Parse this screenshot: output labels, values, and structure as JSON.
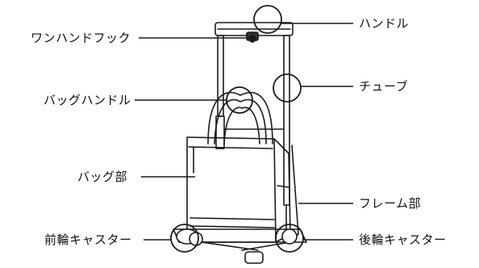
{
  "labels": {
    "one_hand_hook": "ワンハンドフック",
    "bag_handle": "バッグハンドル",
    "bag_part": "バッグ部",
    "front_caster": "前輪キャスター",
    "handle": "ハンドル",
    "tube": "チューブ",
    "frame_part": "フレーム部",
    "rear_caster": "後輪キャスター"
  },
  "colors": {
    "line": "#1a1a1a",
    "text": "#111111"
  }
}
